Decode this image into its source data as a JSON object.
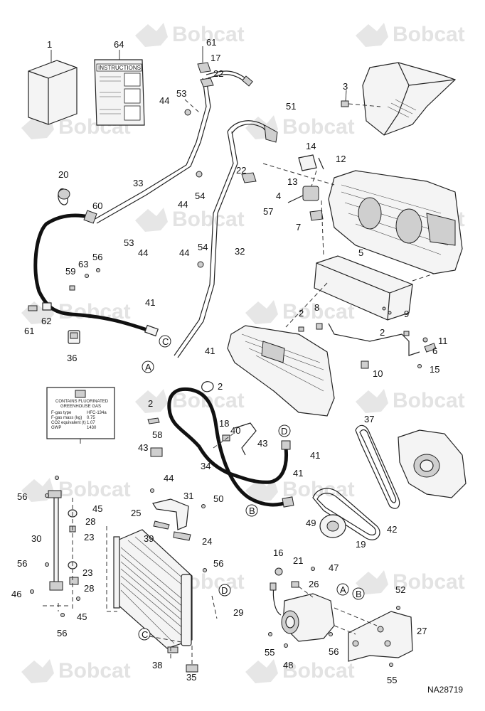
{
  "watermark": {
    "brand": "Bobcat"
  },
  "reference_code": "NA28719",
  "instructions_card": {
    "title": "INSTRUCTIONS"
  },
  "label_29": {
    "line1": "CONTAINS FLUORINATED",
    "line2": "GREENHOUSE GAS",
    "rows": [
      "F-gas type",
      "F-gas mass (kg)",
      "CO2 equivalent (t)",
      "GWP"
    ],
    "values": [
      "HFC-134a",
      "0.75",
      "1.07",
      "1430"
    ]
  },
  "connectors": [
    "A",
    "B",
    "C",
    "D"
  ],
  "callouts": [
    "1",
    "64",
    "61",
    "17",
    "22",
    "3",
    "44",
    "53",
    "51",
    "14",
    "12",
    "22",
    "13",
    "4",
    "20",
    "33",
    "54",
    "57",
    "60",
    "44",
    "7",
    "5",
    "53",
    "44",
    "56",
    "63",
    "59",
    "44",
    "54",
    "32",
    "2",
    "8",
    "9",
    "61",
    "62",
    "41",
    "2",
    "11",
    "6",
    "15",
    "36",
    "10",
    "41",
    "2",
    "2",
    "18",
    "40",
    "58",
    "43",
    "43",
    "41",
    "37",
    "34",
    "44",
    "41",
    "31",
    "50",
    "56",
    "45",
    "25",
    "39",
    "28",
    "24",
    "30",
    "23",
    "49",
    "42",
    "19",
    "16",
    "21",
    "47",
    "23",
    "56",
    "26",
    "56",
    "46",
    "28",
    "45",
    "52",
    "29",
    "56",
    "27",
    "55",
    "56",
    "48",
    "38",
    "35",
    "55"
  ],
  "connector_tags": [
    "C",
    "A",
    "D",
    "B",
    "D",
    "C",
    "A",
    "B"
  ]
}
